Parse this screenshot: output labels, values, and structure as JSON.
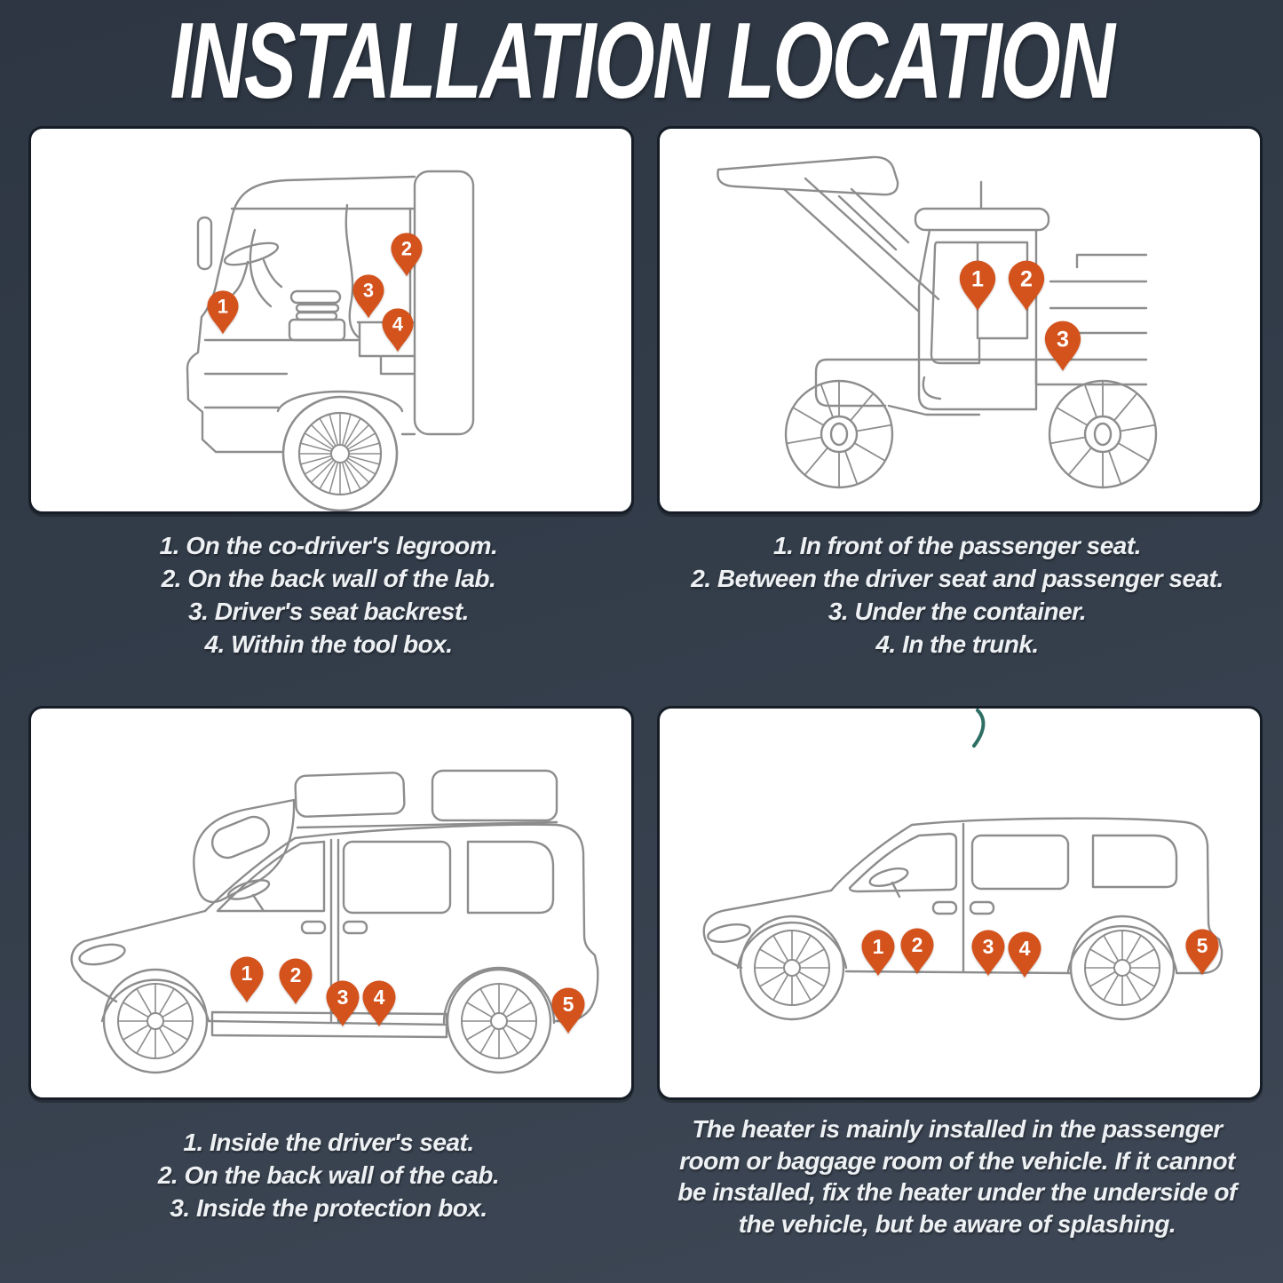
{
  "title": "INSTALLATION LOCATION",
  "panels": [
    {
      "name": "truck-cab",
      "pins": [
        "1",
        "2",
        "3",
        "4"
      ]
    },
    {
      "name": "dump-truck",
      "pins": [
        "1",
        "2",
        "3"
      ]
    },
    {
      "name": "camper-van",
      "pins": [
        "1",
        "2",
        "3",
        "4",
        "5"
      ]
    },
    {
      "name": "minivan",
      "pins": [
        "1",
        "2",
        "3",
        "4",
        "5"
      ]
    }
  ],
  "captions": [
    {
      "lines": [
        "1. On the co-driver's legroom.",
        "2. On the back wall of the lab.",
        "3. Driver's seat backrest.",
        "4. Within the tool box."
      ]
    },
    {
      "lines": [
        "1. In front of the passenger seat.",
        "2. Between the driver seat and passenger seat.",
        "3. Under the container.",
        "4. In the trunk."
      ]
    },
    {
      "lines": [
        "1. Inside the driver's seat.",
        "2. On the back wall of the cab.",
        "3. Inside the protection box."
      ]
    },
    {
      "lines": [
        "The heater is mainly installed in the passenger",
        "room or baggage room of the vehicle. If it cannot",
        "be installed, fix the heater under the underside of",
        "the vehicle, but be aware of splashing."
      ]
    }
  ],
  "colors": {
    "background_top": "#2d3642",
    "background_bottom": "#3d4755",
    "panel": "#ffffff",
    "pin_orange": "#d4521c",
    "line_art_gray": "#8d8d8d",
    "caption_text": "#eef1f4",
    "teal_mark": "#2e6e63"
  }
}
